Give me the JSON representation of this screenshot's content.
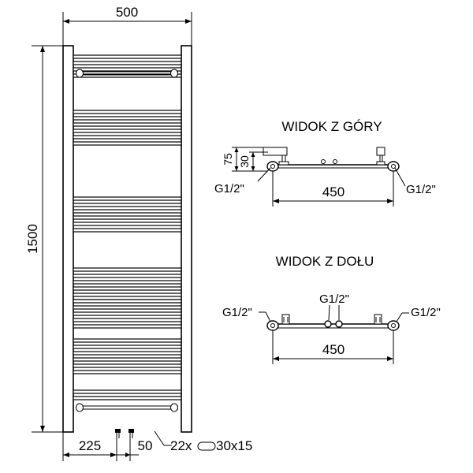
{
  "front_view": {
    "width_label": "500",
    "height_label": "1500",
    "left_offset_label": "225",
    "connection_spacing_label": "50",
    "tube_label_prefix": "22x",
    "tube_label_suffix": "30x15"
  },
  "top_view": {
    "title": "WIDOK Z GÓRY",
    "depth_outer_label": "75",
    "depth_inner_label": "30",
    "left_connection_label": "G1/2\"",
    "right_connection_label": "G1/2\"",
    "spacing_label": "450"
  },
  "bottom_view": {
    "title": "WIDOK Z DOŁU",
    "left_connection_label": "G1/2\"",
    "center_connection_label": "G1/2\"",
    "right_connection_label": "G1/2\"",
    "spacing_label": "450"
  }
}
